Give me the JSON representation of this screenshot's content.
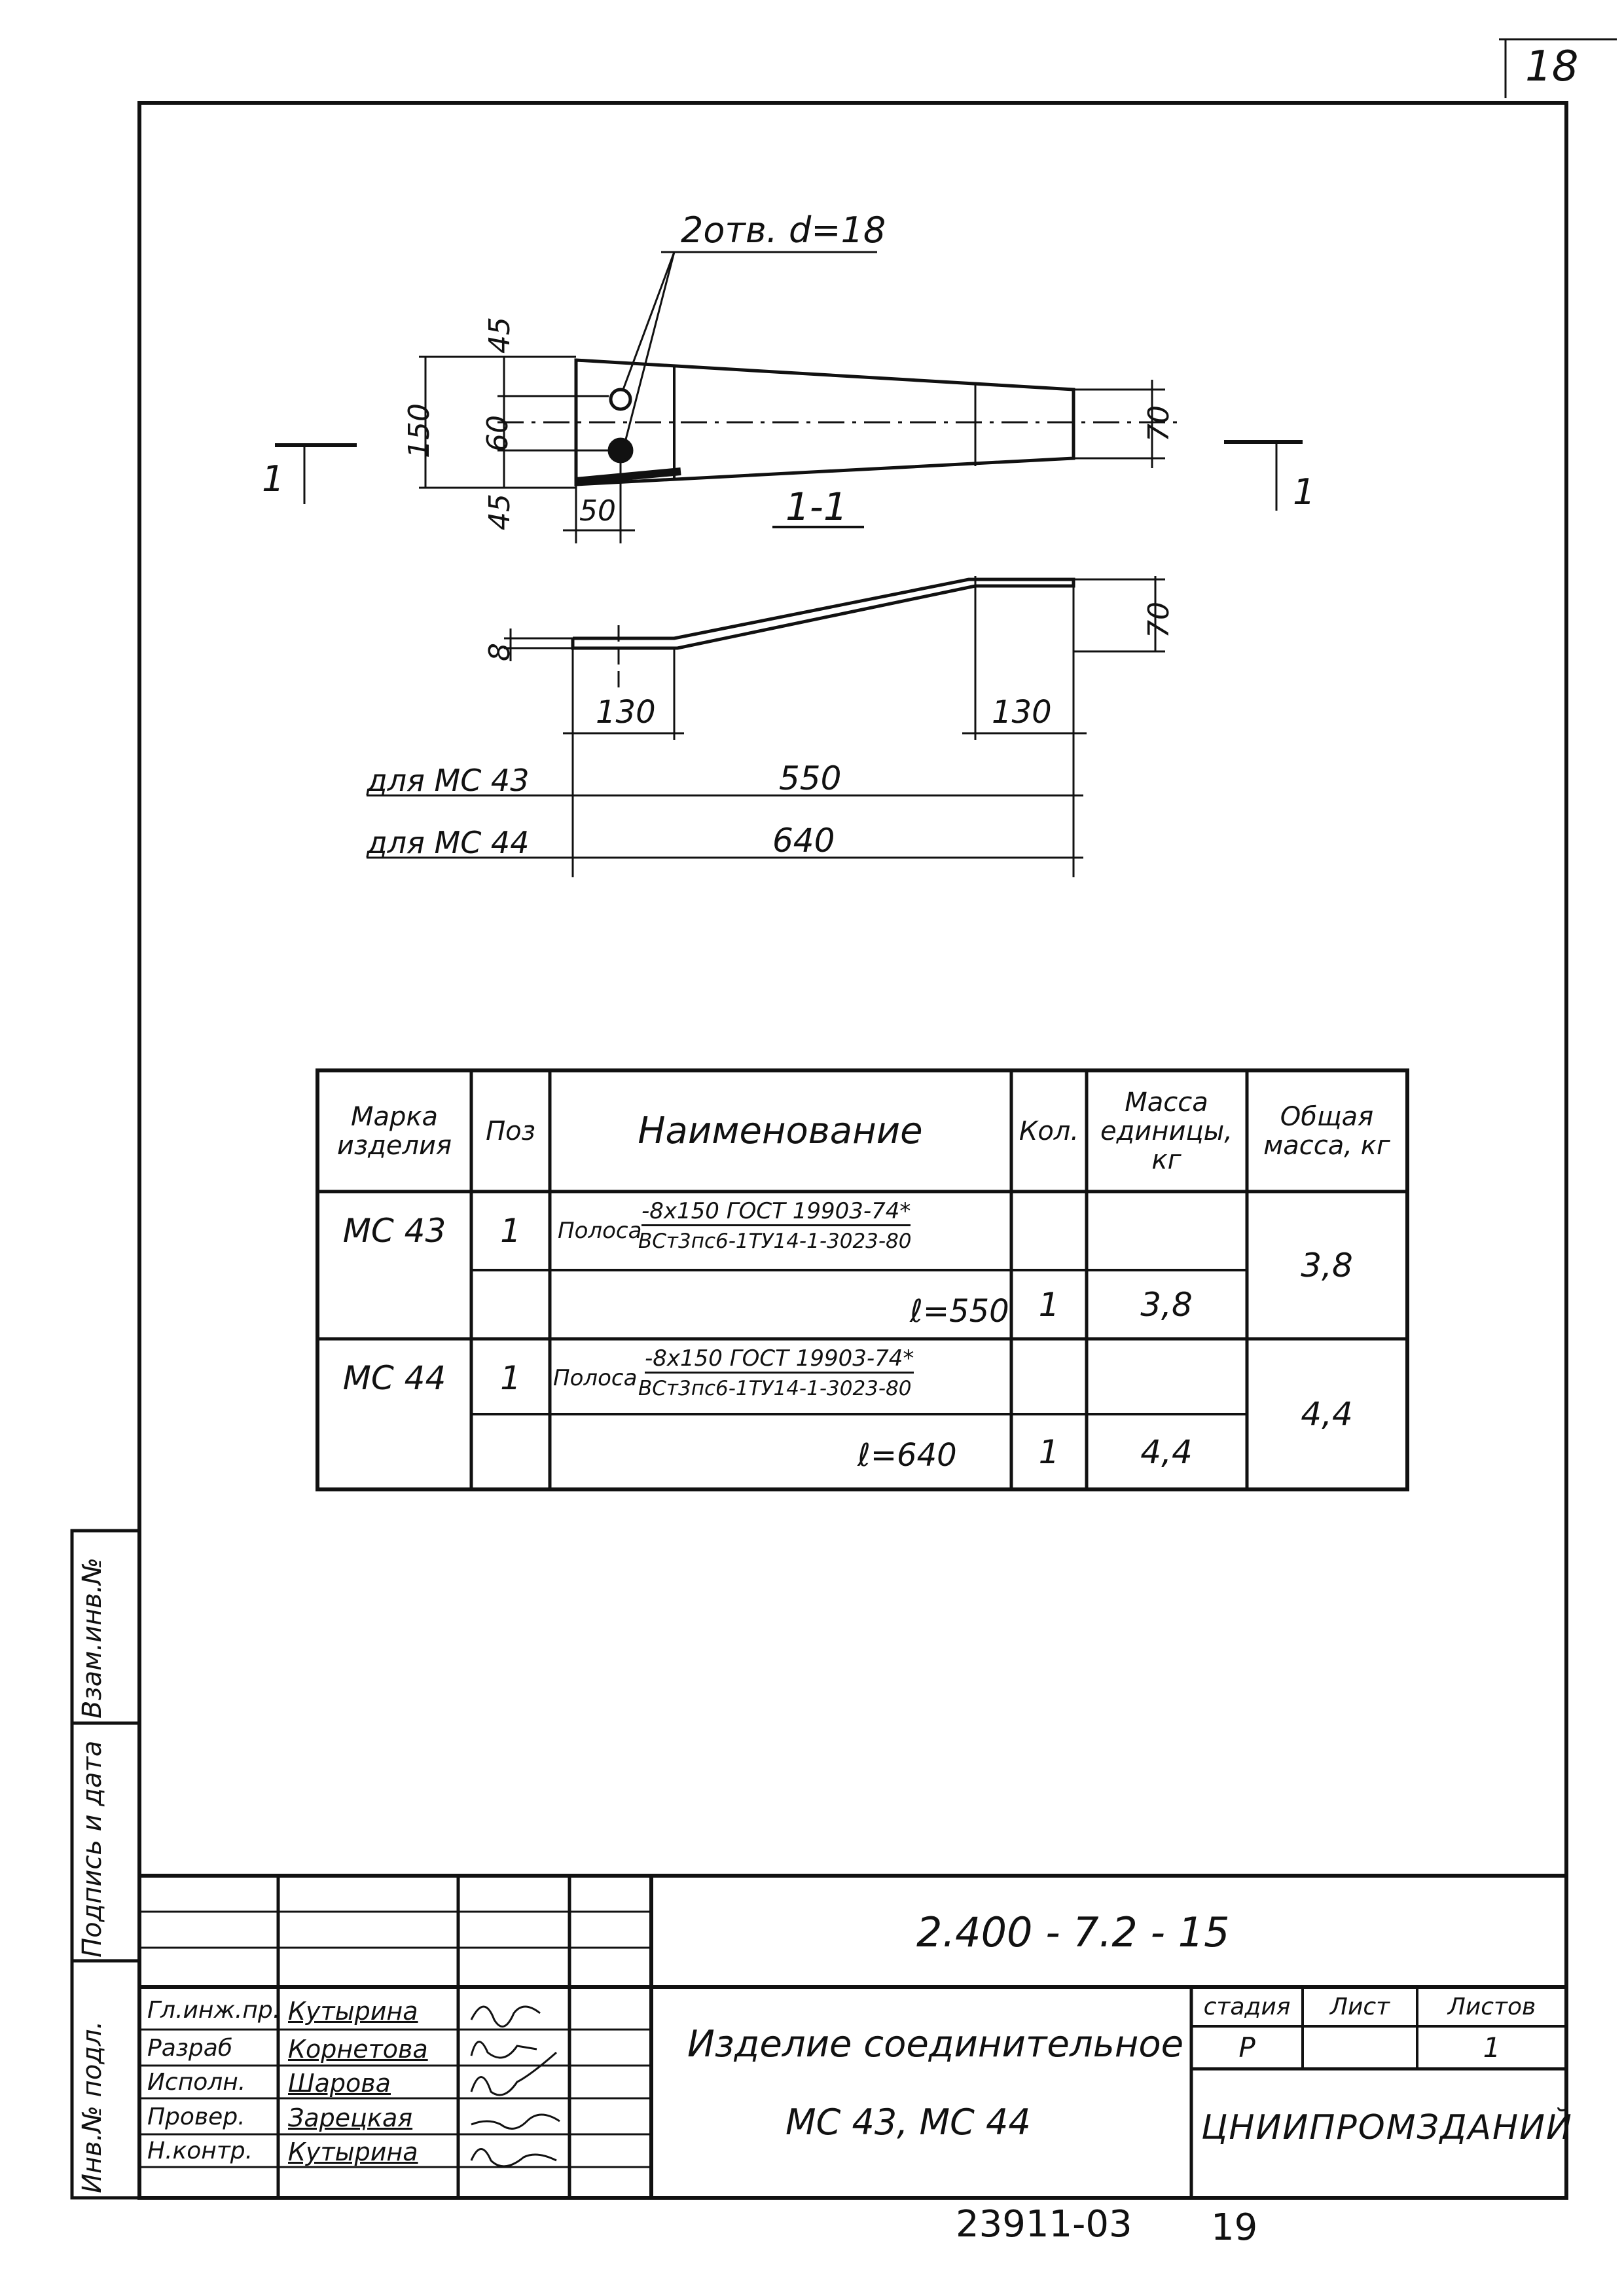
{
  "sheet": {
    "corner_number": "18"
  },
  "drawing": {
    "holes_label": "2отв. d=18",
    "section_label": "1-1",
    "section_marks": [
      "1",
      "1"
    ],
    "dims": {
      "d45_top": "45",
      "d150": "150",
      "d60": "60",
      "d45_bot": "45",
      "d50": "50",
      "d70_plan": "70",
      "d8": "8",
      "d70_side": "70",
      "d130_left": "130",
      "d130_right": "130",
      "d550": "550",
      "d640": "640"
    },
    "len_labels": [
      "для МС 43",
      "для МС 44"
    ]
  },
  "spec_table": {
    "headers": [
      "Марка изделия",
      "Поз",
      "Наименование",
      "Кол.",
      "Масса единицы, кг",
      "Общая масса, кг"
    ],
    "rows": [
      {
        "mark": "МС 43",
        "pos": "1",
        "name_prefix": "Полоса",
        "name_num": "-8х150 ГОСТ 19903-74*",
        "name_den": "ВСт3пс6-1ТУ14-1-3023-80",
        "len": "ℓ=550",
        "qty": "1",
        "unit_mass": "3,8",
        "total": "3,8"
      },
      {
        "mark": "МС 44",
        "pos": "1",
        "name_prefix": "Полоса",
        "name_num": "-8х150 ГОСТ 19903-74*",
        "name_den": "ВСт3пс6-1ТУ14-1-3023-80",
        "len": "ℓ=640",
        "qty": "1",
        "unit_mass": "4,4",
        "total": "4,4"
      }
    ]
  },
  "side_stamp": [
    "Инв.№ подл.",
    "Подпись и дата",
    "Взам.инв.№"
  ],
  "title_block": {
    "doc_code": "2.400 - 7.2 - 15",
    "roles": [
      "Гл.инж.пр.",
      "Разраб",
      "Исполн.",
      "Провер.",
      "Н.контр."
    ],
    "names": [
      "Кутырина",
      "Корнетова",
      "Шарова",
      "Зарецкая",
      "Кутырина"
    ],
    "item_title_1": "Изделие соединительное",
    "item_title_2": "МС 43, МС 44",
    "stage_label": "стадия",
    "sheet_label": "Лист",
    "sheets_label": "Листов",
    "stage_value": "Р",
    "sheets_value": "1",
    "org": "ЦНИИПРОМЗДАНИЙ"
  },
  "footer": {
    "archive": "23911-03",
    "page": "19"
  }
}
